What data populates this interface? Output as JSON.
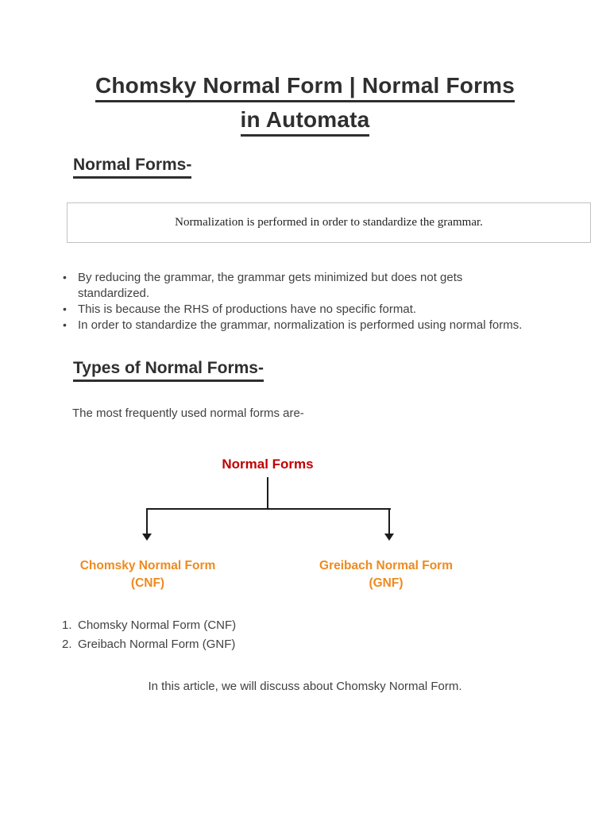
{
  "document": {
    "title_lines": [
      "Chomsky Normal Form | Normal Forms",
      "in Automata"
    ],
    "headings": {
      "normal_forms": "Normal Forms-",
      "types_of_normal_forms": "Types of Normal Forms-"
    },
    "quote_box": {
      "text": "Normalization is performed in order to standardize the grammar."
    },
    "bullets": [
      {
        "lines": [
          "By reducing the grammar, the grammar gets minimized but does not gets",
          "standardized."
        ]
      },
      {
        "lines": [
          "This is because the RHS of productions have no specific format."
        ]
      },
      {
        "lines": [
          "In order to standardize the grammar, normalization is performed using normal forms."
        ]
      }
    ],
    "types_intro": "The most frequently used normal forms are-",
    "diagram": {
      "root_label": "Normal Forms",
      "left_child": {
        "line1": "Chomsky Normal Form",
        "line2": "(CNF)"
      },
      "right_child": {
        "line1": "Greibach Normal Form",
        "line2": "(GNF)"
      }
    },
    "ordered_list": [
      {
        "marker": "1.",
        "text": "Chomsky Normal Form (CNF)"
      },
      {
        "marker": "2.",
        "text": "Greibach Normal Form (GNF)"
      }
    ],
    "closing_text": "In this article, we will discuss about Chomsky Normal Form."
  },
  "colors": {
    "heading_text": "#2f2f2f",
    "body_text": "#414141",
    "diagram_root": "#c00000",
    "diagram_children": "#ee8a1f",
    "quote_border": "#c2c2c2",
    "connector": "#1c1c1c",
    "page_background": "#ffffff"
  }
}
